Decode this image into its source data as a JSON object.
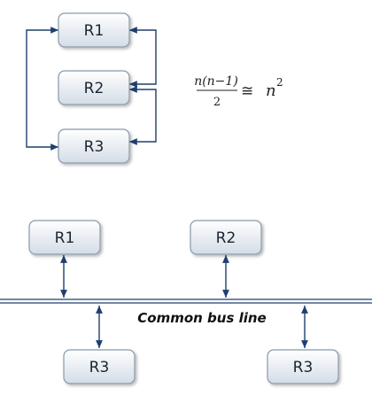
{
  "mesh": {
    "nodes": [
      "R1",
      "R2",
      "R3"
    ]
  },
  "formula": {
    "numerator": "n(n−1)",
    "denominator": "2",
    "relation": "≅",
    "base": "n",
    "exponent": "2"
  },
  "bus": {
    "label": "Common bus line",
    "top_nodes": [
      "R1",
      "R2"
    ],
    "bottom_nodes": [
      "R3",
      "R3"
    ]
  },
  "colors": {
    "connector": "#1f3f6e",
    "box_fill_top": "#ffffff",
    "box_fill_bottom": "#d3dce6",
    "box_border": "#8a9aab"
  }
}
